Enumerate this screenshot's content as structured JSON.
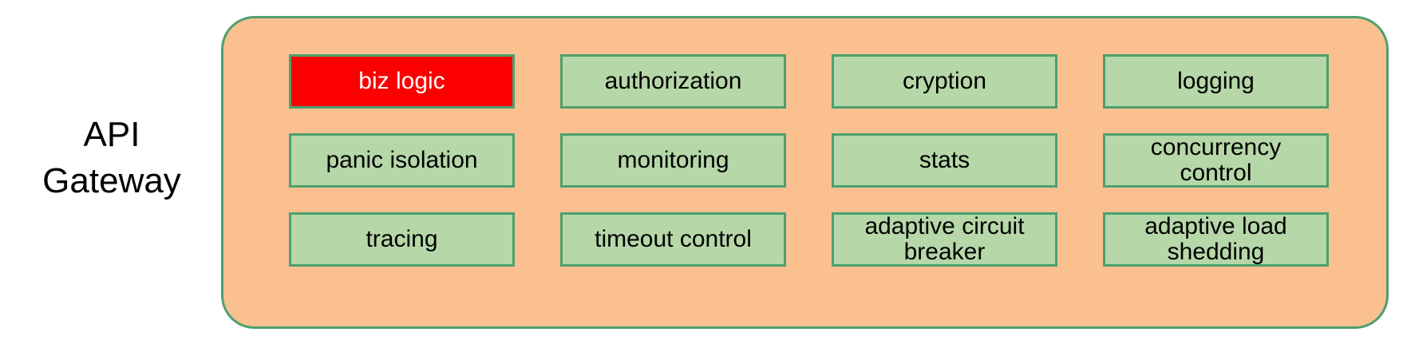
{
  "diagram": {
    "side_label": "API\nGateway",
    "container_name": "api-gateway-container",
    "colors": {
      "container_fill": "#fac090",
      "container_border": "#4ca06e",
      "box_fill": "#b6d7a8",
      "box_border": "#4ca06e",
      "highlight_fill": "#fa0000",
      "highlight_text": "#ffffff",
      "text": "#000000",
      "page_background": "#ffffff"
    },
    "capabilities": [
      {
        "label": "biz logic",
        "highlighted": true
      },
      {
        "label": "authorization",
        "highlighted": false
      },
      {
        "label": "cryption",
        "highlighted": false
      },
      {
        "label": "logging",
        "highlighted": false
      },
      {
        "label": "panic isolation",
        "highlighted": false
      },
      {
        "label": "monitoring",
        "highlighted": false
      },
      {
        "label": "stats",
        "highlighted": false
      },
      {
        "label": "concurrency\ncontrol",
        "highlighted": false
      },
      {
        "label": "tracing",
        "highlighted": false
      },
      {
        "label": "timeout control",
        "highlighted": false
      },
      {
        "label": "adaptive circuit\nbreaker",
        "highlighted": false
      },
      {
        "label": "adaptive load\nshedding",
        "highlighted": false
      }
    ]
  }
}
